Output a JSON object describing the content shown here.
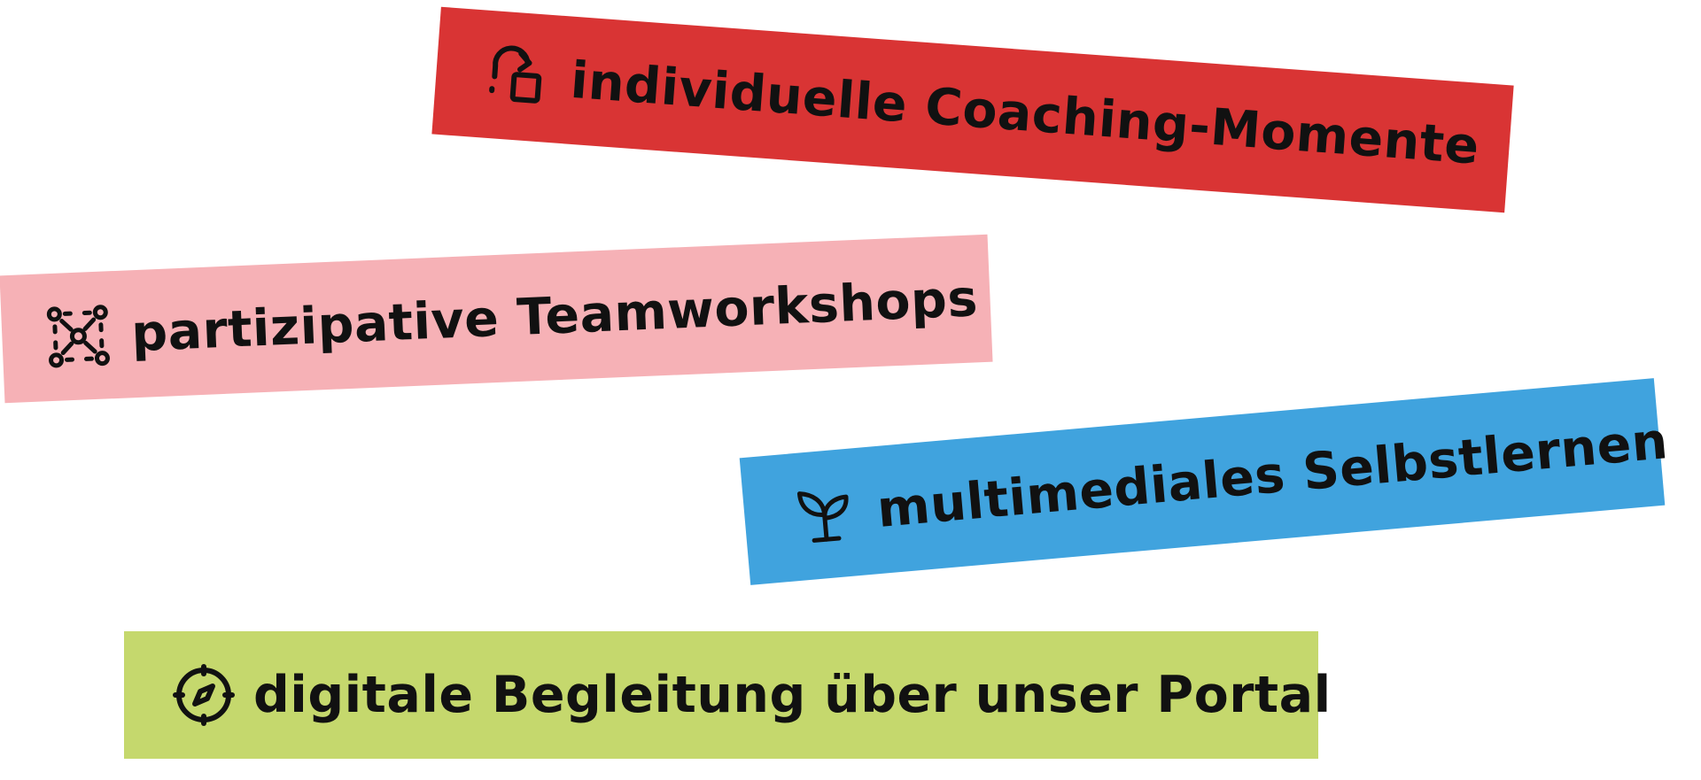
{
  "banners": [
    {
      "label": "individuelle Coaching-Momente",
      "color": "#d93434",
      "icon": "coaching-icon"
    },
    {
      "label": "partizipative Teamworkshops",
      "color": "#f6b1b6",
      "icon": "network-icon"
    },
    {
      "label": "multimediales Selbstlernen",
      "color": "#40a3de",
      "icon": "sprout-icon"
    },
    {
      "label": "digitale Begleitung über unser Portal",
      "color": "#c5d86d",
      "icon": "compass-icon"
    }
  ]
}
